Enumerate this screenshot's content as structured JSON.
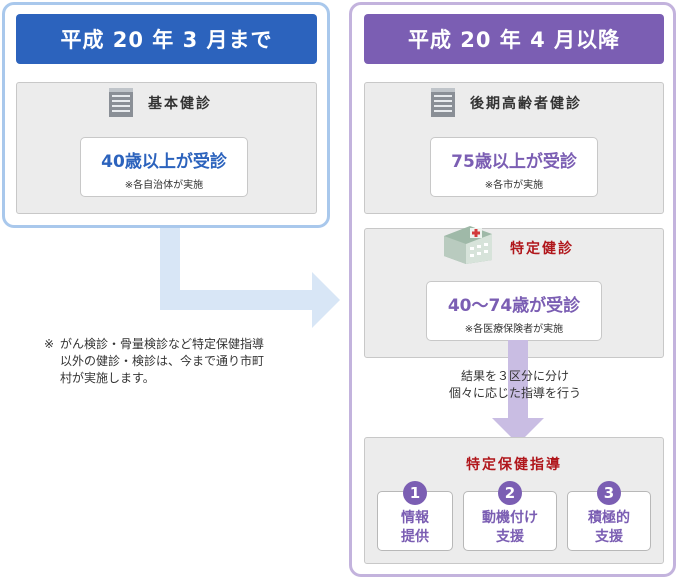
{
  "left": {
    "header": "平成 20 年 3 月まで",
    "section_title": "基本健診",
    "age_text": "40歳以上が受診",
    "provider_note": "※各自治体が実施"
  },
  "right": {
    "header": "平成 20 年 4 月以降",
    "senior": {
      "section_title": "後期高齢者健診",
      "age_text": "75歳以上が受診",
      "provider_note": "※各市が実施"
    },
    "specific": {
      "section_title": "特定健診",
      "age_text": "40〜74歳が受診",
      "provider_note": "※各医療保険者が実施"
    },
    "result_text": [
      "結果を３区分に分け",
      "個々に応じた指導を行う"
    ],
    "guidance": {
      "title": "特定保健指導",
      "items": [
        {
          "number": "1",
          "line1": "情報",
          "line2": "提供"
        },
        {
          "number": "2",
          "line1": "動機付け",
          "line2": "支援"
        },
        {
          "number": "3",
          "line1": "積極的",
          "line2": "支援"
        }
      ]
    }
  },
  "footnote": {
    "mark": "※",
    "lines": [
      "がん検診・骨量検診など特定保健指導",
      "以外の健診・検診は、今まで通り市町",
      "村が実施します。"
    ]
  },
  "colors": {
    "blue_header": "#2c63bd",
    "purple_header": "#7b5eb3",
    "arrow_light_blue": "#d8e6f6",
    "arrow_light_purple": "#c9bde3",
    "specific_title_red": "#b0161b"
  }
}
